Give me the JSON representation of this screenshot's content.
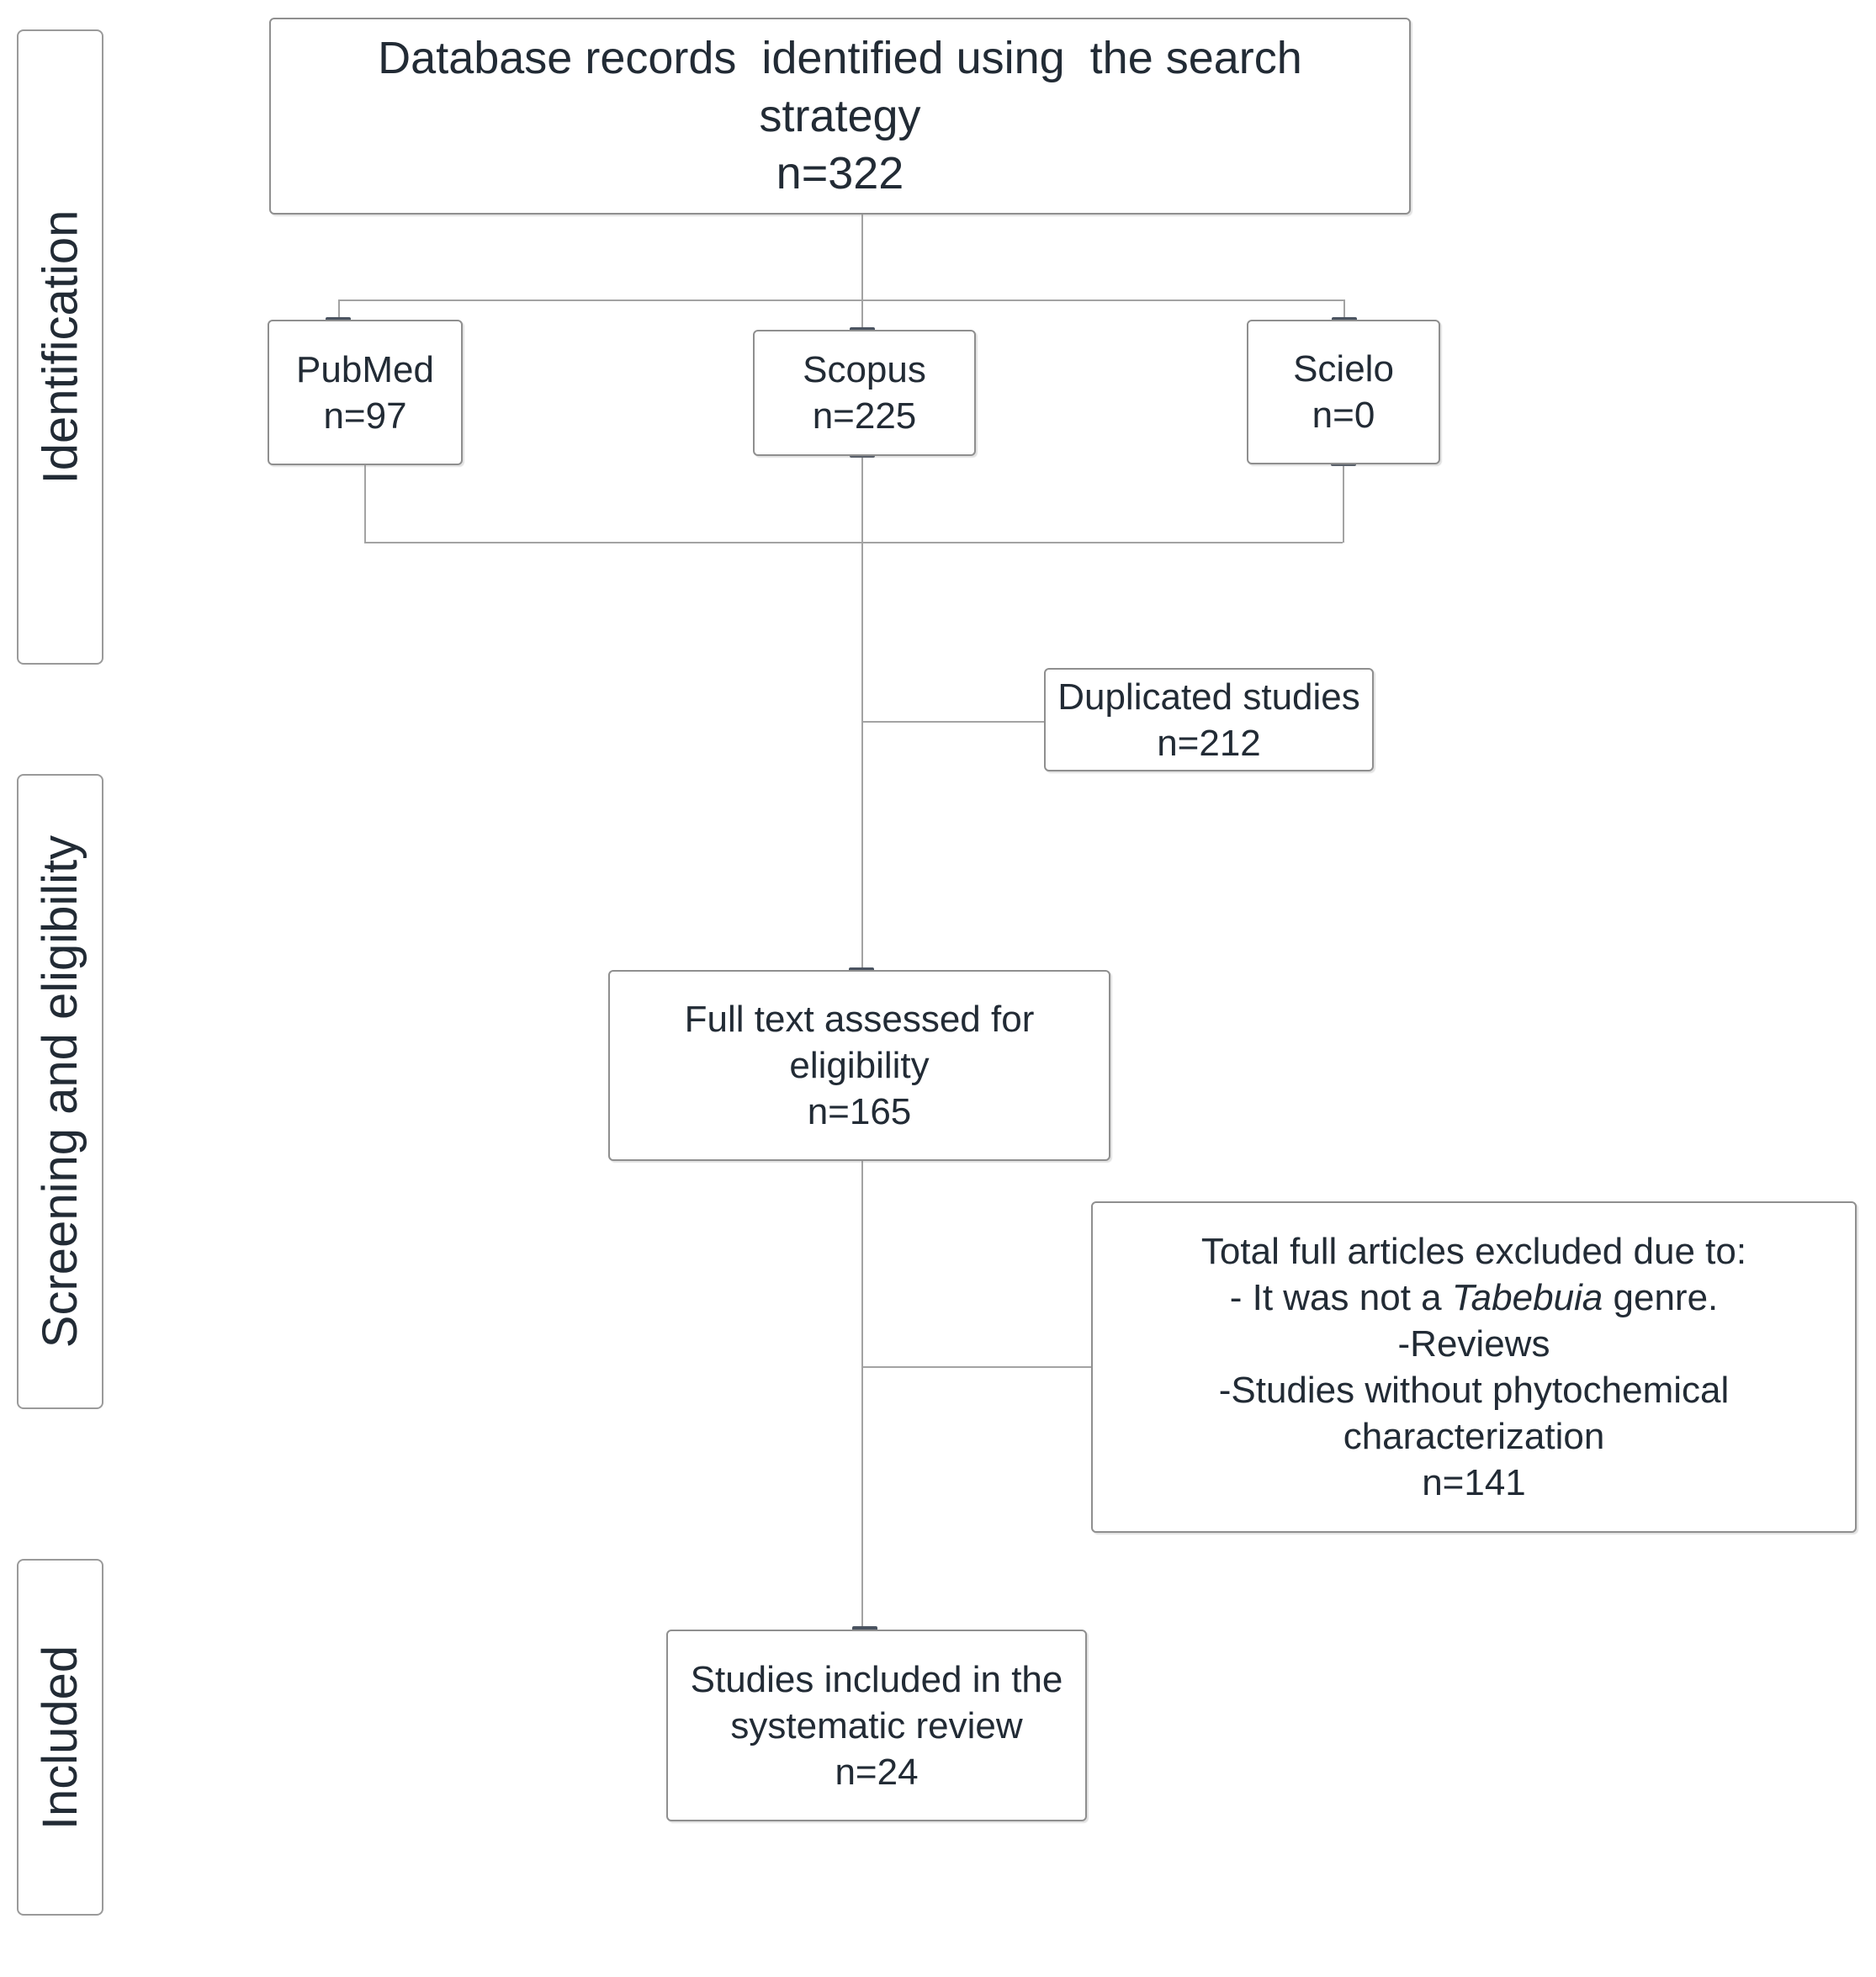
{
  "stages": [
    {
      "label": "Identification"
    },
    {
      "label": "Screening and eligibility"
    },
    {
      "label": "Included"
    }
  ],
  "boxes": {
    "top": {
      "line1": "Database records  identified using  the search",
      "line2": "strategy",
      "line3": "n=322"
    },
    "pubmed": {
      "line1": "PubMed",
      "line2": "n=97"
    },
    "scopus": {
      "line1": "Scopus",
      "line2": "n=225"
    },
    "scielo": {
      "line1": "Scielo",
      "line2": "n=0"
    },
    "duplicated": {
      "line1": "Duplicated studies",
      "line2": "n=212"
    },
    "fulltext": {
      "line1": "Full text assessed for",
      "line2": "eligibility",
      "line3": "n=165"
    },
    "excluded": {
      "line1": "Total full articles excluded due to:",
      "line2": {
        "pre": "- It was not a ",
        "em": "Tabebuia",
        "post": " genre."
      },
      "line3": "-Reviews",
      "line4": "-Studies without phytochemical",
      "line5": "characterization",
      "line6": "n=141"
    },
    "included": {
      "line1": "Studies included in the",
      "line2": "systematic review",
      "line3": "n=24"
    }
  },
  "colors": {
    "background": "#ffffff",
    "box_border": "#8f8f8f",
    "connector": "#a3a3a3",
    "text": "#222b35",
    "edge_cap": "#4a5360"
  }
}
